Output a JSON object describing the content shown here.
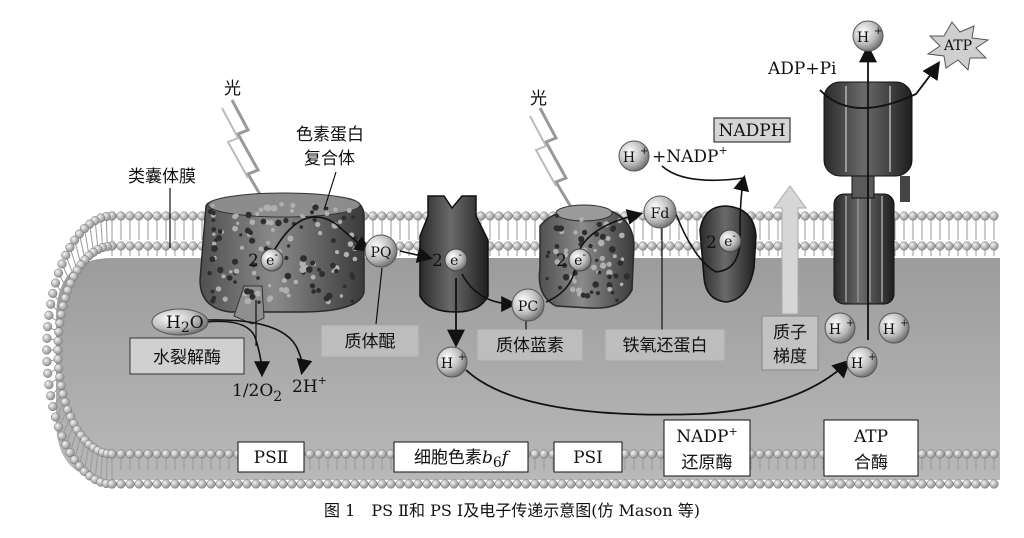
{
  "labels": {
    "light1": "光",
    "light2": "光",
    "thylakoid_membrane": "类囊体膜",
    "pigment_complex_l1": "色素蛋白",
    "pigment_complex_l2": "复合体",
    "water_splitting_enzyme": "水裂解酶",
    "plastoquinone": "质体醌",
    "plastocyanin": "质体蓝素",
    "ferredoxin": "铁氧还蛋白",
    "proton_gradient_l1": "质子",
    "proton_gradient_l2": "梯度",
    "psii": "PSⅡ",
    "cyt_b6f_prefix": "细胞色素",
    "cyt_b": "b",
    "cyt_sub": "6",
    "cyt_f": "f",
    "psi": "PSⅠ",
    "nadp_reductase_l1": "NADP",
    "nadp_reductase_sup": "+",
    "nadp_reductase_l2": "还原酶",
    "atp_synthase_l1": "ATP",
    "atp_synthase_l2": "合酶"
  },
  "molecules": {
    "pq": "PQ",
    "pc": "PC",
    "fd": "Fd",
    "h2o_main": "H",
    "h2o_sub": "2",
    "h2o_end": "O",
    "half": "1/2O",
    "half_sub": "2",
    "twoh": "2H",
    "plus": "+",
    "electron_coef": "2",
    "electron": "e",
    "minus": "-",
    "proton": "H",
    "nadp_reaction_h": "H",
    "nadp_reaction_rest": "+NADP",
    "nadph": "NADPH",
    "adp_pi": "ADP+Pi",
    "atp": "ATP"
  },
  "caption": "图 1　PS Ⅱ和 PS Ⅰ及电子传递示意图(仿 Mason 等)",
  "colors": {
    "lumen": "#a9a9a9",
    "stroma": "#ffffff",
    "protein_dark": "#3c3c3c",
    "protein_mid": "#6f6f6f",
    "lipid_head": "#d8d8d8",
    "gradient_arrow": "#d0d0d0"
  }
}
